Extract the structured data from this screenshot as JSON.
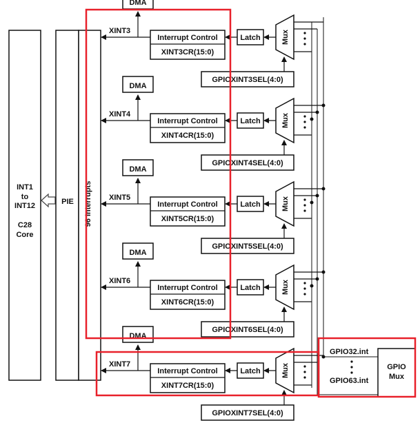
{
  "core": {
    "line1": "INT1",
    "line2": "to",
    "line3": "INT12",
    "line4": "C28",
    "line5": "Core"
  },
  "pie": {
    "label": "PIE"
  },
  "interrupts": {
    "label": "96 Interrupts"
  },
  "channels": [
    {
      "dma": "DMA",
      "xint": "XINT3",
      "control": "Interrupt Control",
      "reg": "XINT3CR(15:0)",
      "latch": "Latch",
      "mux": "Mux",
      "sel": "GPIOXINT3SEL(4:0)"
    },
    {
      "dma": "DMA",
      "xint": "XINT4",
      "control": "Interrupt Control",
      "reg": "XINT4CR(15:0)",
      "latch": "Latch",
      "mux": "Mux",
      "sel": "GPIOXINT4SEL(4:0)"
    },
    {
      "dma": "DMA",
      "xint": "XINT5",
      "control": "Interrupt Control",
      "reg": "XINT5CR(15:0)",
      "latch": "Latch",
      "mux": "Mux",
      "sel": "GPIOXINT5SEL(4:0)"
    },
    {
      "dma": "DMA",
      "xint": "XINT6",
      "control": "Interrupt Control",
      "reg": "XINT6CR(15:0)",
      "latch": "Latch",
      "mux": "Mux",
      "sel": "GPIOXINT6SEL(4:0)"
    },
    {
      "dma": "DMA",
      "xint": "XINT7",
      "control": "Interrupt Control",
      "reg": "XINT7CR(15:0)",
      "latch": "Latch",
      "mux": "Mux",
      "sel": "GPIOXINT7SEL(4:0)"
    }
  ],
  "gpio": {
    "first": "GPIO32.int",
    "last": "GPIO63.int",
    "mux_line1": "GPIO",
    "mux_line2": "Mux"
  },
  "colors": {
    "highlight": "#e8202a",
    "stroke": "#111111"
  }
}
